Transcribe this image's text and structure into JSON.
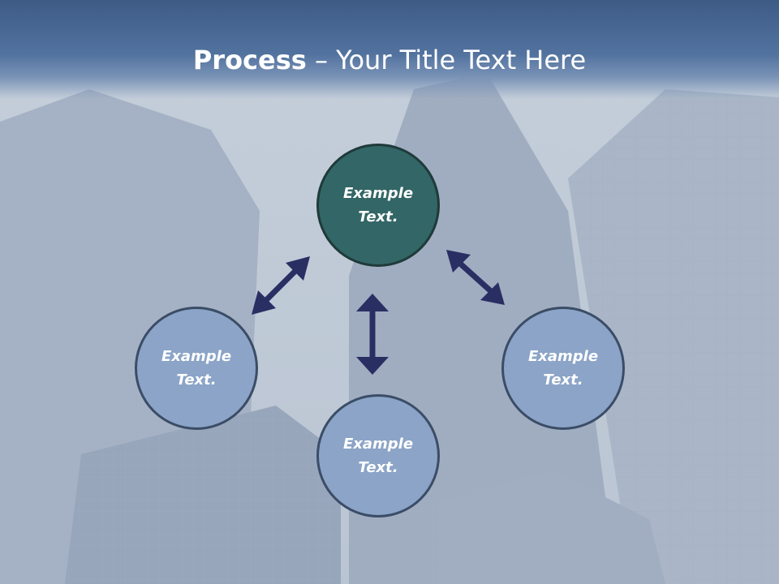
{
  "slide": {
    "title_bold": "Process",
    "title_rest": " – Your Title Text Here"
  },
  "nodes": {
    "top": {
      "line1": "Example",
      "line2": "Text."
    },
    "left": {
      "line1": "Example",
      "line2": "Text."
    },
    "bottom": {
      "line1": "Example",
      "line2": "Text."
    },
    "right": {
      "line1": "Example",
      "line2": "Text."
    }
  },
  "colors": {
    "header": "#4a6a96",
    "top_node": "#336666",
    "side_node": "#8ba4c7",
    "arrow": "#2a2f63"
  }
}
